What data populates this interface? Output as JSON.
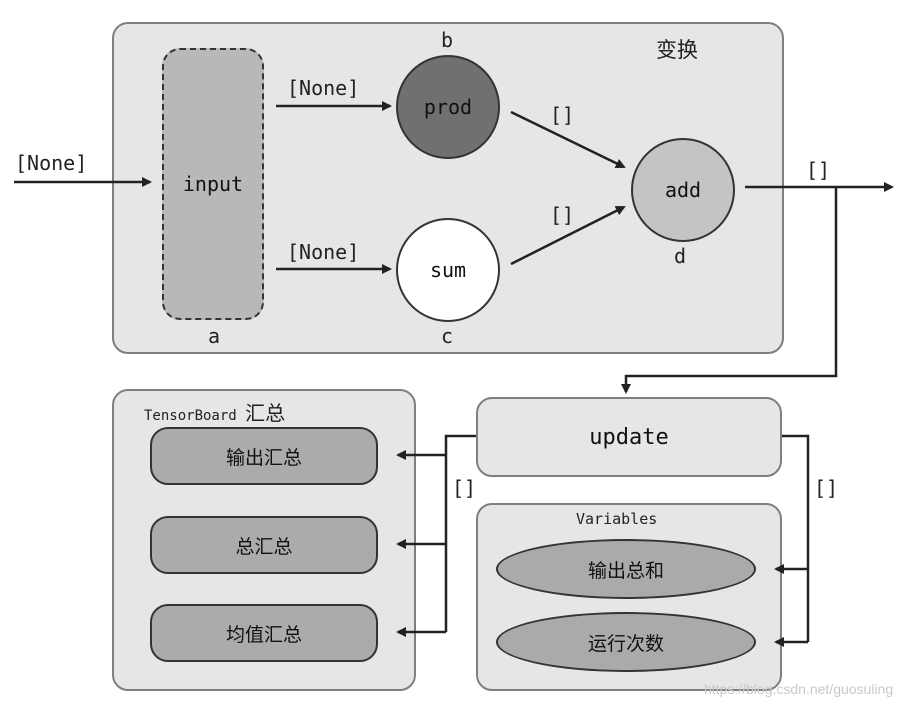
{
  "transform_group": {
    "title": "变换"
  },
  "nodes": {
    "input": {
      "label": "input",
      "letter": "a"
    },
    "prod": {
      "label": "prod",
      "letter": "b"
    },
    "sum": {
      "label": "sum",
      "letter": "c"
    },
    "add": {
      "label": "add",
      "letter": "d"
    },
    "update": {
      "label": "update"
    }
  },
  "edges": {
    "external_input": "[None]",
    "input_to_prod": "[None]",
    "input_to_sum": "[None]",
    "prod_to_add": "[]",
    "sum_to_add": "[]",
    "add_output": "[]",
    "update_to_summaries": "[]",
    "update_to_variables": "[]"
  },
  "tensorboard_group": {
    "title_prefix": "TensorBoard",
    "title_suffix": "汇总",
    "items": [
      "输出汇总",
      "总汇总",
      "均值汇总"
    ]
  },
  "variables_group": {
    "title": "Variables",
    "items": [
      "输出总和",
      "运行次数"
    ]
  },
  "watermark": "https://blog.csdn.net/guosuling",
  "colors": {
    "group_fill": "#e6e6e6",
    "group_border": "#7f7f7f",
    "prod_fill": "#707070",
    "add_fill": "#c4c4c4",
    "input_fill": "#b8b8b8",
    "node_border": "#333333"
  }
}
